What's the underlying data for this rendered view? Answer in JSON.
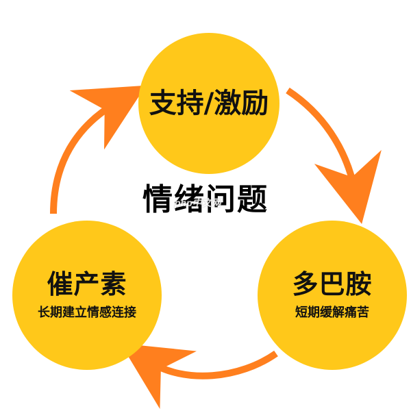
{
  "center": {
    "title": "情绪问题"
  },
  "watermark": {
    "text": "php中文网"
  },
  "nodes": {
    "top": {
      "title": "支持/激励",
      "subtitle": ""
    },
    "right": {
      "title": "多巴胺",
      "subtitle": "短期缓解痛苦"
    },
    "left": {
      "title": "催产素",
      "subtitle": "长期建立情感连接"
    }
  },
  "colors": {
    "circle": "#FFC81A",
    "arrow": "#FF7F1E",
    "text": "#111111",
    "background": "#FFFFFF"
  },
  "icons": {
    "arrows": [
      "curved-arrow-icon",
      "curved-arrow-icon",
      "curved-arrow-icon"
    ]
  }
}
